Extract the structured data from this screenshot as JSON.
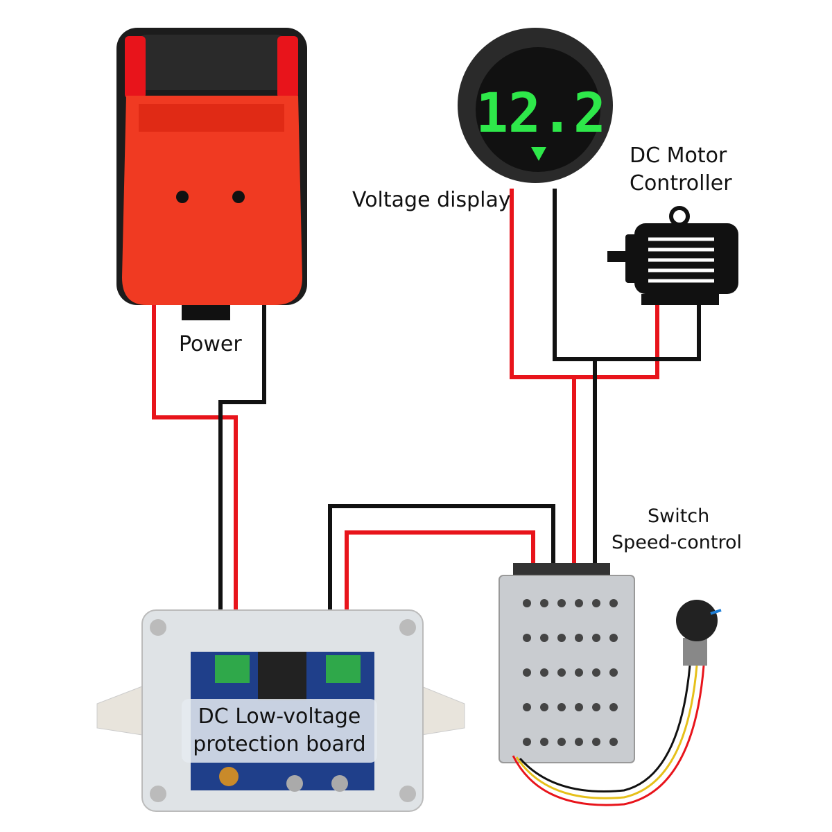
{
  "labels": {
    "power": "Power",
    "voltage_display": "Voltage display",
    "motor_line1": "DC Motor",
    "motor_line2": "Controller",
    "switch_line1": "Switch",
    "switch_line2": "Speed-control",
    "board_line1": "DC Low-voltage",
    "board_line2": "protection board"
  },
  "voltmeter": {
    "reading": "12.2",
    "color": "#2ee84a"
  },
  "colors": {
    "wire_red": "#e8141b",
    "wire_black": "#111111",
    "battery_red": "#f03a22",
    "battery_dark": "#1c1c1c"
  }
}
